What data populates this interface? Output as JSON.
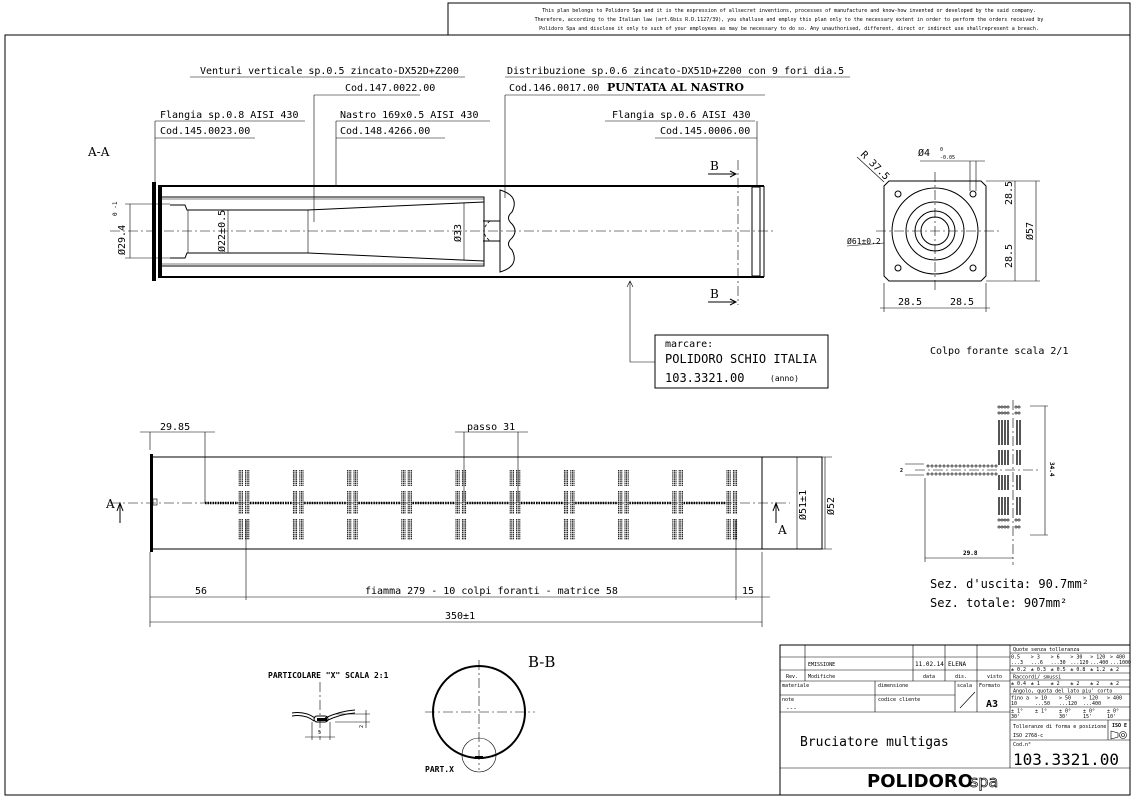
{
  "disclaimer": [
    "This plan belongs to Polidoro Spa and it is the expression of allsecret inventions, processes of manufacture and know-how invented or developed by the said company.",
    "Therefore, according to the Italian law (art.6bis R.D.1127/39), you shalluse and employ this plan only to the necessary extent in order to perform the orders received by",
    "Polidoro Spa and disclose it only to such of your employees as may be necessary to do so. Any unauthorised, different, direct or indirect use shallrepresent a breach."
  ],
  "section_aa": {
    "title": "A-A",
    "labels": {
      "venturi": "Venturi verticale sp.0.5 zincato-DX52D+Z200",
      "venturi_code": "Cod.147.0022.00",
      "distribuzione": "Distribuzione sp.0.6 zincato-DX51D+Z200 con 9 fori dia.5",
      "distribuzione_code": "Cod.146.0017.00",
      "puntata": "PUNTATA AL NASTRO",
      "flangia_left": "Flangia sp.0.8 AISI 430",
      "flangia_left_code": "Cod.145.0023.00",
      "nastro": "Nastro 169x0.5 AISI 430",
      "nastro_code": "Cod.148.4266.00",
      "flangia_right": "Flangia sp.0.6 AISI 430",
      "flangia_right_code": "Cod.145.0006.00"
    },
    "dims": {
      "d_inlet": "Ø29.4",
      "d_inlet_tol": "0 -1",
      "d_throat": "Ø22±0.5",
      "d_out": "Ø33"
    },
    "section_mark": "B"
  },
  "marking": {
    "label": "marcare:",
    "line1": "POLIDORO SCHIO ITALIA",
    "line2": "103.3321.00",
    "year": "(anno)"
  },
  "end_view": {
    "radius": "R 37.5",
    "hole": "Ø4",
    "hole_tol_top": "0",
    "hole_tol_bot": "-0.05",
    "bolt": "Ø61±0.2",
    "half_v1": "28.5",
    "half_v2": "28.5",
    "overall": "Ø57",
    "half_h1": "28.5",
    "half_h2": "28.5"
  },
  "colpo": {
    "title": "Colpo forante scala 2/1",
    "dim_h": "29.8",
    "dim_v": "34.4",
    "dim_small": "2",
    "sez_uscita": "Sez. d'uscita: 90.7mm²",
    "sez_totale": "Sez. totale: 907mm²"
  },
  "side_view": {
    "section_mark": "A",
    "dim_start": "29.85",
    "pitch": "passo 31",
    "d51": "Ø51±1",
    "d52": "Ø52",
    "dim_56": "56",
    "flame": "fiamma 279 - 10 colpi foranti - matrice 58",
    "dim_15": "15",
    "overall": "350±1",
    "hole_groups": 10
  },
  "detail": {
    "title": "PARTICOLARE \"X\" SCALA 2:1",
    "dim_w": "5",
    "dim_h": "2"
  },
  "section_bb": {
    "title": "B-B",
    "part": "PART.X"
  },
  "title_block": {
    "emissione": "EMISSIONE",
    "date": "11.02.14",
    "drawn_by": "ELENA",
    "rev": "Rev.",
    "modifiche": "Modifiche",
    "data": "data",
    "dis": "dis.",
    "visto": "visto",
    "materiale": "materiale",
    "dimensione": "dimensione",
    "scala": "scala",
    "formato": "Formato",
    "formato_value": "A3",
    "note": "note",
    "note_value": "---",
    "codice_cliente": "codice cliente",
    "description": "Bruciatore multigas",
    "tol_title": "Quote senza tolleranza",
    "tol_ranges": [
      "0.5 ...3",
      "> 3 ...6",
      "> 6 ...30",
      "> 30 ...120",
      "> 120 ...400",
      "> 400 ...1000"
    ],
    "tol_values": [
      "± 0.2",
      "± 0.3",
      "± 0.5",
      "± 0.8",
      "± 1.2",
      "± 2"
    ],
    "round_title": "Raccordi/ smussi",
    "round_values": [
      "± 0.4",
      "± 1",
      "± 2",
      "± 2",
      "± 2",
      "± 2"
    ],
    "angle_title": "Angolo, quota del lato piu' corto",
    "angle_ranges": [
      "fino a 10",
      "> 10 ...50",
      "> 50 ...120",
      "> 120 ...400",
      "> 400"
    ],
    "angle_values": [
      "± 1° 30'",
      "± 1°",
      "± 0° 30'",
      "± 0° 15'",
      "± 0° 10'"
    ],
    "form_tol": "Tolleranze di forma e posizione",
    "iso": "ISO 2768-c",
    "iso_e": "ISO E",
    "cod_label": "Cod.n°",
    "code": "103.3321.00",
    "company": "POLIDORO",
    "company_suffix": "spa"
  }
}
